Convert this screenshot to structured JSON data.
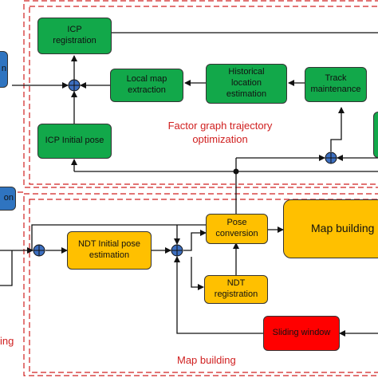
{
  "diagram": {
    "boxes": {
      "icp_registration": "ICP\nregistration",
      "local_map_extraction": "Local map\nextraction",
      "historical_location_estimation": "Historical\nlocation\nestimation",
      "track_maintenance": "Track\nmaintenance",
      "icp_initial_pose": "ICP Initial pose",
      "ndt_initial_pose_estimation": "NDT Initial pose\nestimation",
      "pose_conversion": "Pose\nconversion",
      "map_building_box": "Map building",
      "ndt_registration": "NDT\nregistration",
      "sliding_window": "Sliding window",
      "left_blue_top_fragment": "n",
      "left_blue_mid_fragment": "on"
    },
    "captions": {
      "factor_graph": "Factor graph trajectory\noptimization",
      "map_building": "Map building",
      "left_fragment": "ing"
    },
    "colors": {
      "green": "#12a84a",
      "amber": "#ffc000",
      "red": "#ff0000",
      "blue": "#2f74c0",
      "dashed_border": "#d02020"
    }
  }
}
